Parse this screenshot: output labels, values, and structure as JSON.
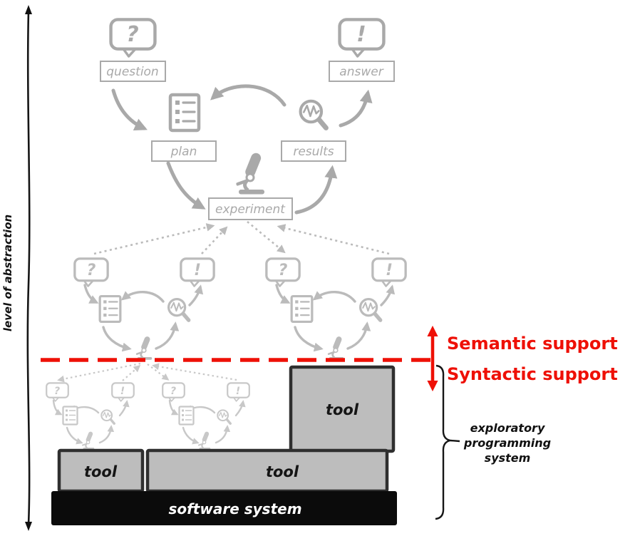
{
  "diagram": {
    "axis_label": "level of abstraction",
    "cycle_labels": {
      "question": "question",
      "plan": "plan",
      "experiment": "experiment",
      "results": "results",
      "answer": "answer"
    },
    "bubbles": {
      "tier1": [
        "?",
        "!"
      ],
      "tier2": [
        "?",
        "!",
        "?",
        "!"
      ],
      "tier3": [
        "?",
        "!",
        "?",
        "!"
      ]
    },
    "support_labels": {
      "above_line": "Semantic support",
      "below_line": "Syntactic support"
    },
    "tools": {
      "small": "tool",
      "wide": "tool",
      "tall": "tool"
    },
    "base_label": "software system",
    "bracket_label": {
      "line1": "exploratory",
      "line2": "programming",
      "line3": "system"
    },
    "colors": {
      "red": "#ee1006",
      "tier1_gray": "#a9a9a9",
      "tier2_gray": "#bbbbbb",
      "tier3_gray": "#c8c8c8",
      "tool_fill": "#bdbdbd",
      "tool_border": "#2f2f2f",
      "base_fill": "#0b0b0b",
      "base_text": "#ffffff"
    }
  }
}
